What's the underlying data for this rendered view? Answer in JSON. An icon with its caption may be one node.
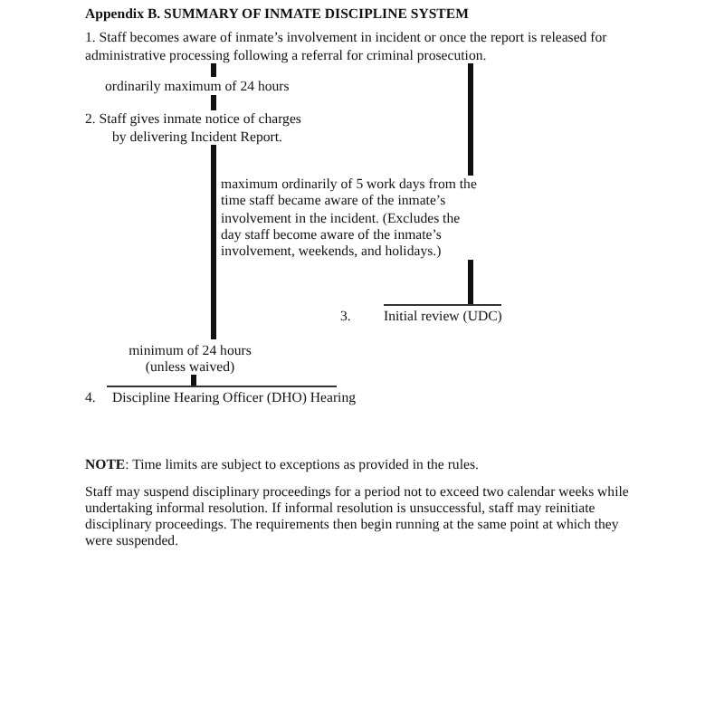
{
  "diagram": {
    "title": "Appendix B. SUMMARY OF INMATE DISCIPLINE SYSTEM",
    "nodes": [
      {
        "text": [
          "1. Staff becomes aware of inmate’s involvement in incident or once the report is released for administrative processing following a referral for criminal prosecution."
        ]
      },
      {
        "text": [
          "2. Staff gives inmate notice of charges by delivering Incident Report."
        ]
      },
      {
        "text": [
          "3.",
          "Initial review (UDC)"
        ]
      },
      {
        "text": [
          "4.",
          "Discipline Hearing Officer (DHO) Hearing"
        ]
      }
    ],
    "edges": [
      {
        "from": 0,
        "to": 1,
        "arrow": "none",
        "label": "ordinarily maximum of 24 hours"
      },
      {
        "from": 0,
        "to": 2,
        "arrow": "none",
        "label": "maximum ordinarily of 5 work days from the time staff became aware of the inmate’s involvement in the incident. (Excludes the day staff become aware of the inmate’s involvement, weekends, and holidays.)"
      },
      {
        "from": 1,
        "to": 3,
        "arrow": "none",
        "label": "minimum of 24 hours (unless waived)"
      }
    ],
    "labels": [
      "**NOTE**: Time limits are subject to exceptions as provided in the rules.",
      "Staff may suspend disciplinary proceedings for a period not to exceed two calendar weeks while undertaking informal resolution. If informal resolution is unsuccessful, staff may reinitiate disciplinary proceedings. The requirements then begin running at the same point at which they were suspended."
    ]
  }
}
